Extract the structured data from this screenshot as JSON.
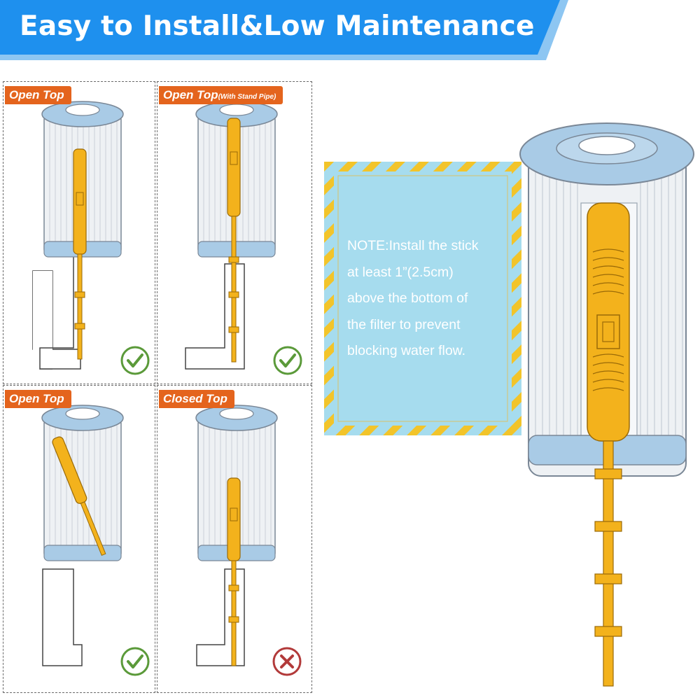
{
  "header": {
    "title": "Easy to Install&Low Maintenance",
    "background_color": "#1e90ee",
    "accent_color": "#8dc6f2"
  },
  "panels": [
    {
      "label": "Open Top",
      "sublabel": "",
      "status": "check",
      "status_icon": "check-circle-icon"
    },
    {
      "label": "Open Top",
      "sublabel": "(With Stand Pipe)",
      "status": "check",
      "status_icon": "check-circle-icon"
    },
    {
      "label": "Open Top",
      "sublabel": "",
      "status": "check",
      "status_icon": "check-circle-icon"
    },
    {
      "label": "Closed Top",
      "sublabel": "",
      "status": "cross",
      "status_icon": "cross-circle-icon"
    }
  ],
  "note": {
    "text": "NOTE:Install the stick\nat least 1”(2.5cm)\nabove the bottom of\nthe filter to prevent\nblocking water flow.",
    "background_color": "#a6dcee",
    "stripe_color": "#f2c42a"
  },
  "colors": {
    "label_tag": "#e4641d",
    "filter_cap": "#a9cbe6",
    "stick": "#f3b21c",
    "check": "#5b9a3a",
    "cross": "#b23a3a"
  }
}
